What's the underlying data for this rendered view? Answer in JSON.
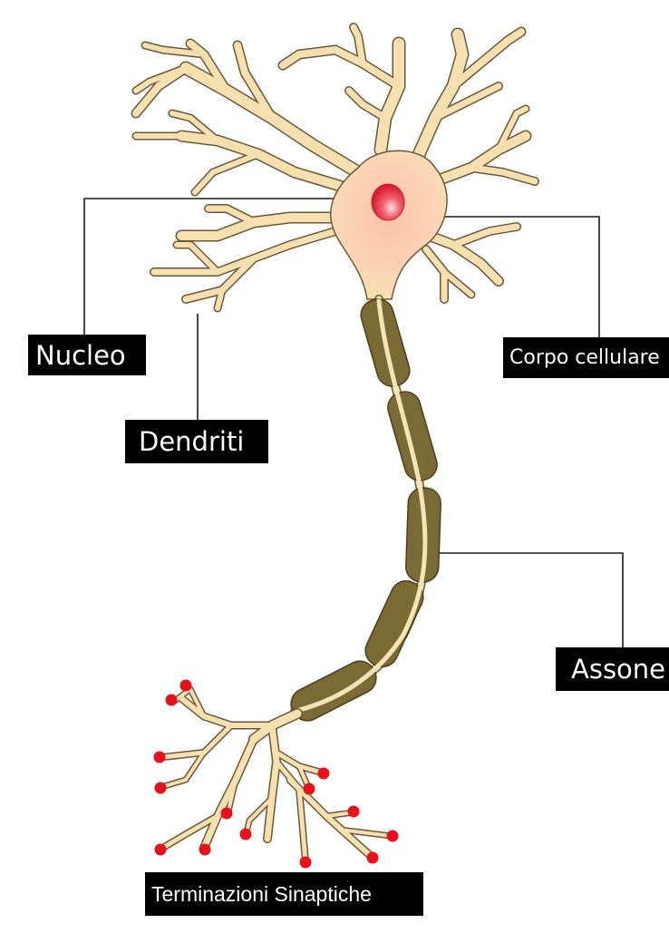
{
  "labels": {
    "nucleo": "Nucleo",
    "dendriti": "Dendriti",
    "corpo": "Corpo cellulare",
    "assone": "Assone",
    "terminazioni": "Terminazioni Sinaptiche"
  },
  "colors": {
    "dendrite_fill": "#f7e0b0",
    "outline": "#6b5838",
    "soma_fill": "#fcc9b0",
    "nucleus": "#e8253a",
    "myelin": "#7a6a34",
    "myelin_outline": "#4d3f1c",
    "terminal_bulb": "#e8101a",
    "label_bg": "#000000",
    "label_text": "#ffffff",
    "leader_line": "#1a1a1a"
  }
}
